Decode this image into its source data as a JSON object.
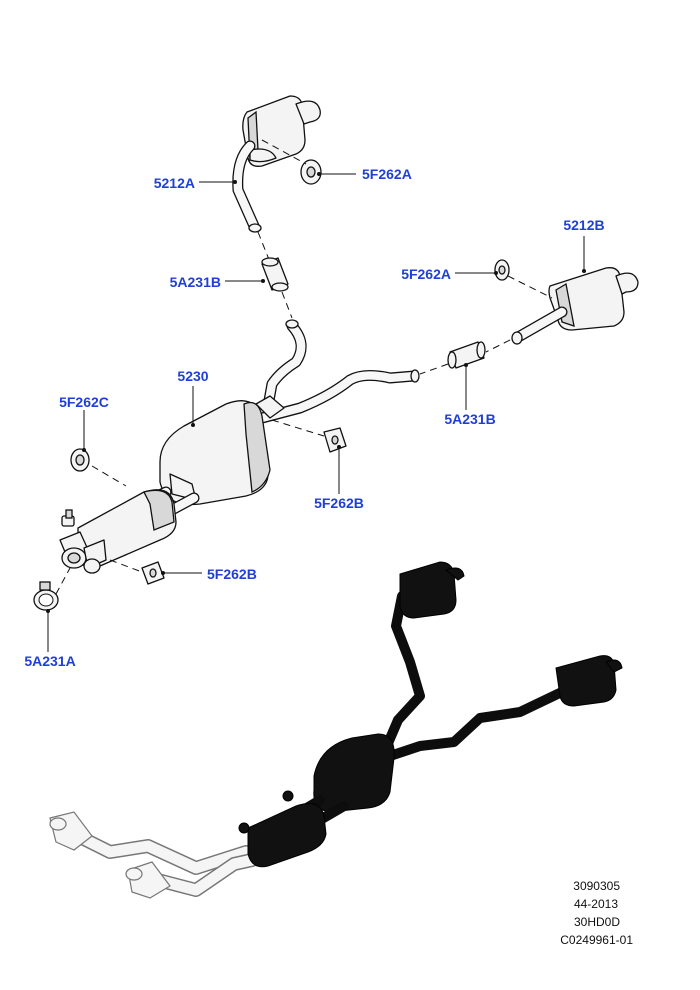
{
  "callouts": {
    "c_5212A": "5212A",
    "c_5F262A_top": "5F262A",
    "c_5A231B_left": "5A231B",
    "c_5212B": "5212B",
    "c_5F262A_right": "5F262A",
    "c_5230": "5230",
    "c_5F262C": "5F262C",
    "c_5A231B_right": "5A231B",
    "c_5F262B_mid": "5F262B",
    "c_5F262B_low": "5F262B",
    "c_5A231A": "5A231A"
  },
  "reference": {
    "line1": "3090305",
    "line2": "44-2013",
    "line3": "30HD0D",
    "line4": "C0249961-01"
  },
  "colors": {
    "callout": "#1f3fd6",
    "ink": "#111111",
    "installed_view": "#0d0d0d",
    "ghost_parts": "#777777"
  }
}
